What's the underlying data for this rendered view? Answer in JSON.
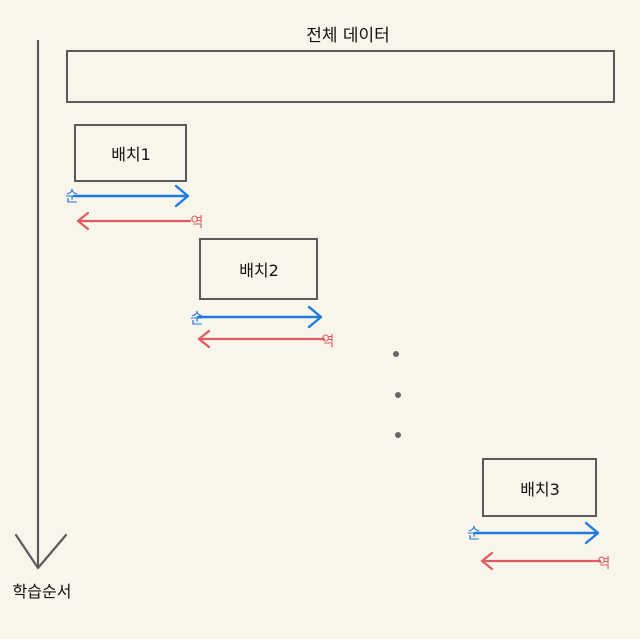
{
  "diagram": {
    "title": "전체 데이터",
    "axis_label": "학습순서",
    "batches": [
      {
        "label": "배치1",
        "forward_mark": "순",
        "backward_mark": "역"
      },
      {
        "label": "배치2",
        "forward_mark": "순",
        "backward_mark": "역"
      },
      {
        "label": "배치3",
        "forward_mark": "순",
        "backward_mark": "역"
      }
    ],
    "colors": {
      "background": "#f8f6ea",
      "stroke": "#5a5a5a",
      "forward": "#1f7ae0",
      "backward": "#e05a60"
    }
  }
}
